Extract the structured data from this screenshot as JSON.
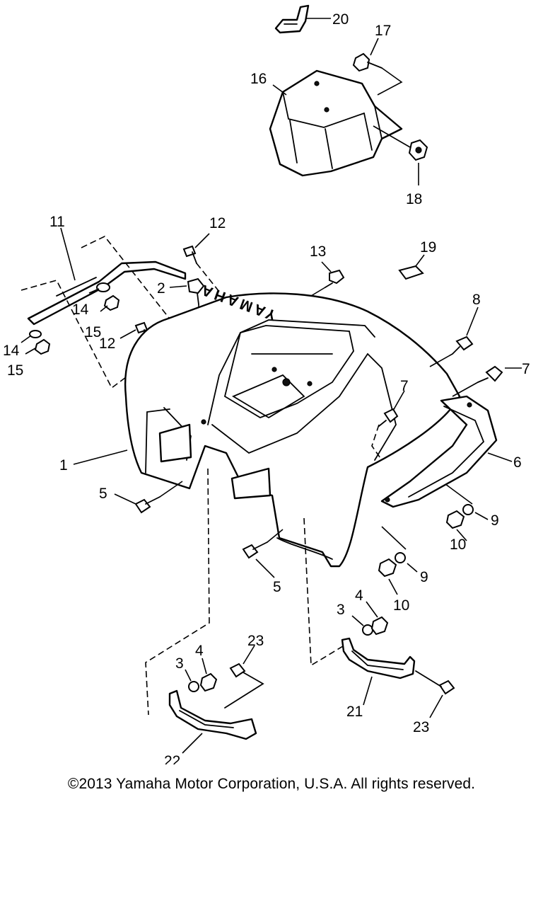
{
  "callouts": [
    "1",
    "2",
    "3",
    "3",
    "4",
    "4",
    "5",
    "5",
    "6",
    "7",
    "7",
    "8",
    "9",
    "9",
    "10",
    "10",
    "11",
    "12",
    "12",
    "13",
    "14",
    "14",
    "15",
    "15",
    "16",
    "17",
    "18",
    "19",
    "20",
    "21",
    "22",
    "23",
    "23"
  ],
  "brand_mark": "YAMAHA",
  "copyright": "©2013 Yamaha Motor Corporation, U.S.A. All rights reserved."
}
